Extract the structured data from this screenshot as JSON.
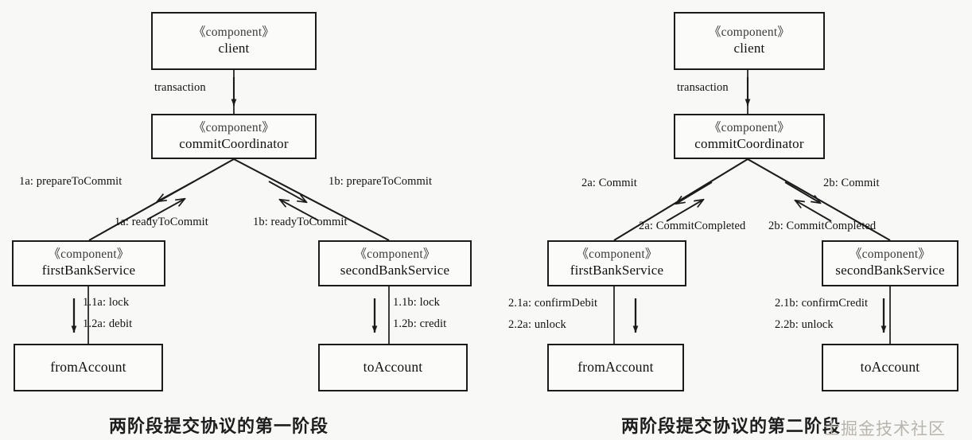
{
  "page": {
    "background": "#f8f8f6",
    "stroke": "#1b1b1b",
    "box_fill": "#fbfbf9"
  },
  "stereotype": "《component》",
  "diagrams": [
    {
      "id": "phase-one",
      "caption": "两阶段提交协议的第一阶段",
      "nodes": {
        "client": "client",
        "coordinator": "commitCoordinator",
        "left_service": "firstBankService",
        "right_service": "secondBankService",
        "left_account": "fromAccount",
        "right_account": "toAccount"
      },
      "edges": {
        "transaction": "transaction",
        "left_down": "1a: prepareToCommit",
        "left_up": "1a: readyToCommit",
        "right_down": "1b: prepareToCommit",
        "right_up": "1b: readyToCommit",
        "left_account_1": "1.1a: lock",
        "left_account_2": "1.2a: debit",
        "right_account_1": "1.1b: lock",
        "right_account_2": "1.2b: credit"
      }
    },
    {
      "id": "phase-two",
      "caption": "两阶段提交协议的第二阶段",
      "nodes": {
        "client": "client",
        "coordinator": "commitCoordinator",
        "left_service": "firstBankService",
        "right_service": "secondBankService",
        "left_account": "fromAccount",
        "right_account": "toAccount"
      },
      "edges": {
        "transaction": "transaction",
        "left_down": "2a: Commit",
        "left_up": "2a: CommitCompleted",
        "right_down": "2b: Commit",
        "right_up": "2b: CommitCompleted",
        "left_account_1": "2.1a: confirmDebit",
        "left_account_2": "2.2a: unlock",
        "right_account_1": "2.1b: confirmCredit",
        "right_account_2": "2.2b: unlock"
      }
    }
  ],
  "watermark": "士掘金技术社区"
}
